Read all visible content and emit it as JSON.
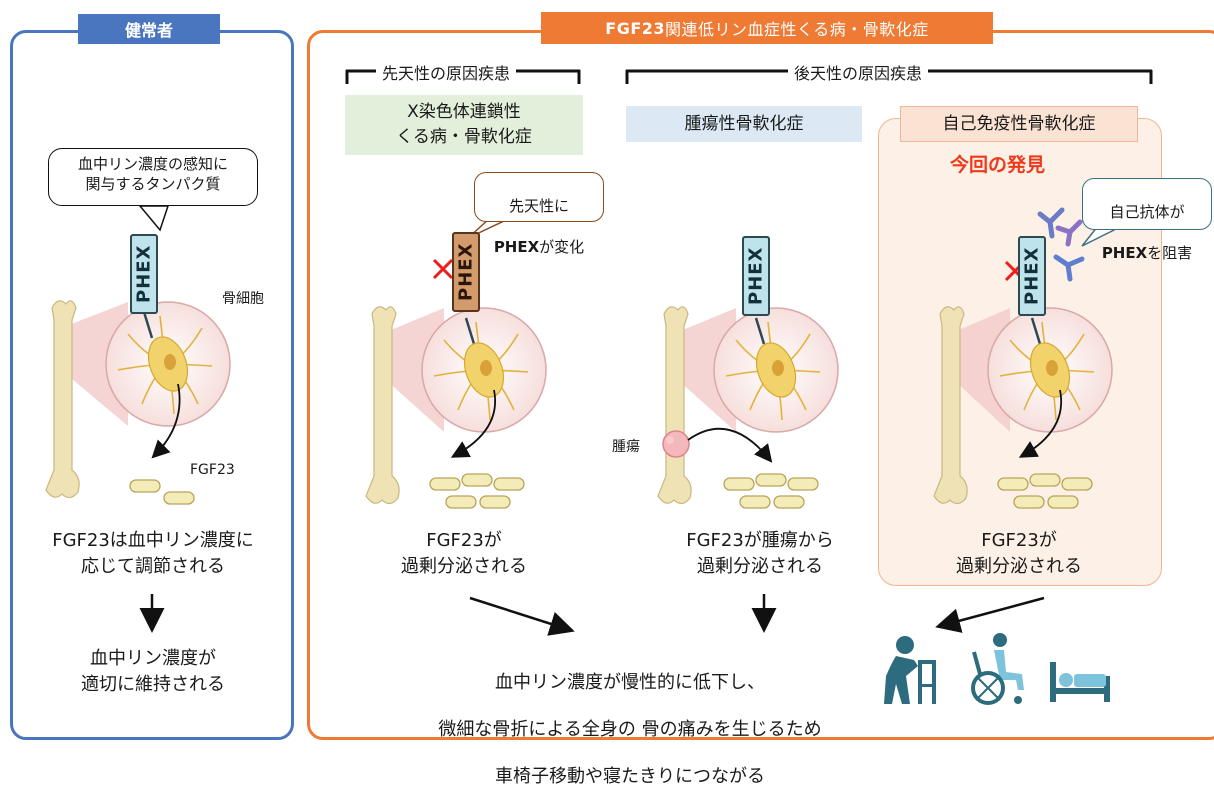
{
  "colors": {
    "healthy": "#4a76c0",
    "disease": "#ee7a34",
    "finding": "#ee3a1b",
    "green_box": "#e2efdb",
    "blue_box": "#dce9f5",
    "peach_box": "#fbe3d3",
    "bone": "#efe2b5",
    "cell": "#f2d36b",
    "fgf23": "#f4ecb8"
  },
  "healthy": {
    "header": "健常者",
    "bubble": "血中リン濃度の感知に\n関与するタンパク質",
    "phex": "PHEX",
    "cell_label": "骨細胞",
    "fgf23_label": "FGF23",
    "caption": "FGF23は血中リン濃度に\n応じて調節される",
    "result": "血中リン濃度が\n適切に維持される"
  },
  "disease": {
    "header_bold": "FGF23",
    "header_rest": "関連低リン血症性くる病・骨軟化症",
    "congenital_bracket": "先天性の原因疾患",
    "acquired_bracket": "後天性の原因疾患",
    "columns": [
      {
        "label": "X染色体連鎖性\nくる病・骨軟化症",
        "bubble_line1": "先天性に",
        "bubble_bold": "PHEX",
        "bubble_rest": "が変化",
        "phex": "PHEX",
        "caption": "FGF23が\n過剰分泌される"
      },
      {
        "label": "腫瘍性骨軟化症",
        "phex": "PHEX",
        "tumor_label": "腫瘍",
        "caption": "FGF23が腫瘍から\n過剰分泌される"
      },
      {
        "label": "自己免疫性骨軟化症",
        "finding": "今回の発見",
        "bubble_line1": "自己抗体が",
        "bubble_bold": "PHEX",
        "bubble_rest": "を阻害",
        "phex": "PHEX",
        "caption": "FGF23が\n過剰分泌される"
      }
    ],
    "conclusion_line1": "血中リン濃度が慢性的に低下し、",
    "conclusion_line2": "微細な骨折による全身の 骨の痛みを生じるため",
    "conclusion_line3": "車椅子移動や寝たきりにつながる",
    "icons": [
      "walker-person-icon",
      "wheelchair-icon",
      "bed-icon"
    ]
  }
}
